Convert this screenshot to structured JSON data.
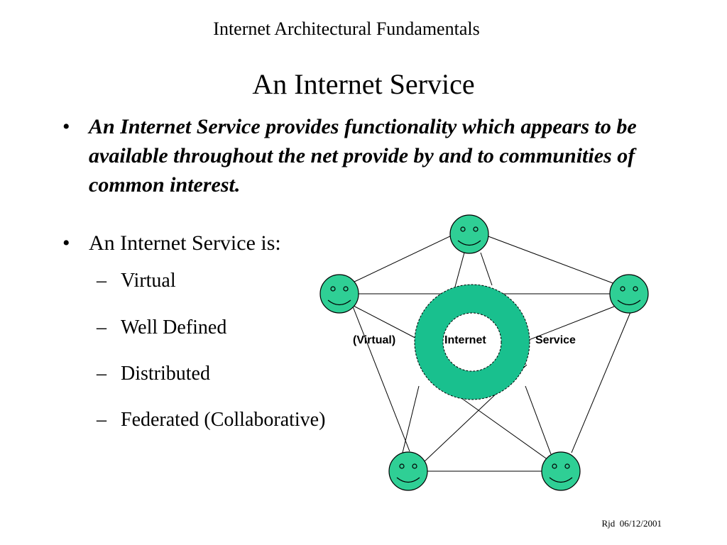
{
  "slide": {
    "header": "Internet Architectural Fundamentals",
    "title": "An Internet Service",
    "bullet_glyph": "•",
    "dash_glyph": "–",
    "definition_text": "An Internet Service provides functionality which appears to be available throughout the net provide by and to communities of common interest",
    "definition_end": ".",
    "is_heading": "An Internet Service is:",
    "properties": [
      "Virtual",
      "Well Defined",
      "Distributed",
      "Federated (Collaborative)"
    ],
    "footer": "Rjd  06/12/2001"
  },
  "diagram": {
    "label_virtual": "(Virtual)",
    "label_internet": "Internet",
    "label_service": "Service",
    "colors": {
      "face_fill": "#2fcf95",
      "ring_fill": "#19c08e",
      "stroke": "#000000"
    },
    "node_icon": "smiley-face-icon"
  }
}
